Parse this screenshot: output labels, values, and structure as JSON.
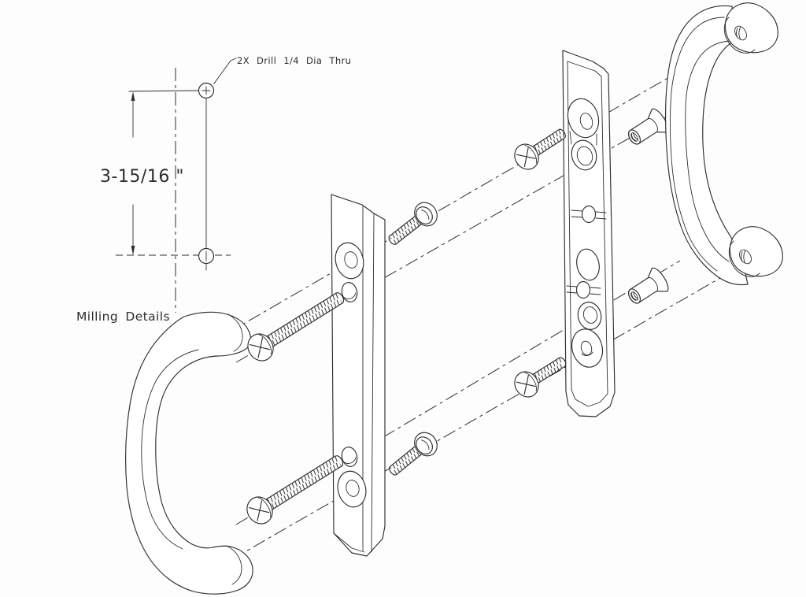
{
  "drawing": {
    "milling": {
      "drill_note": "2X Drill 1/4 Dia Thru",
      "dimension": "3-15/16 \"",
      "caption": "Milling Details"
    },
    "colors": {
      "line": "#2e2e2e",
      "background": "#fdfdfd"
    }
  }
}
